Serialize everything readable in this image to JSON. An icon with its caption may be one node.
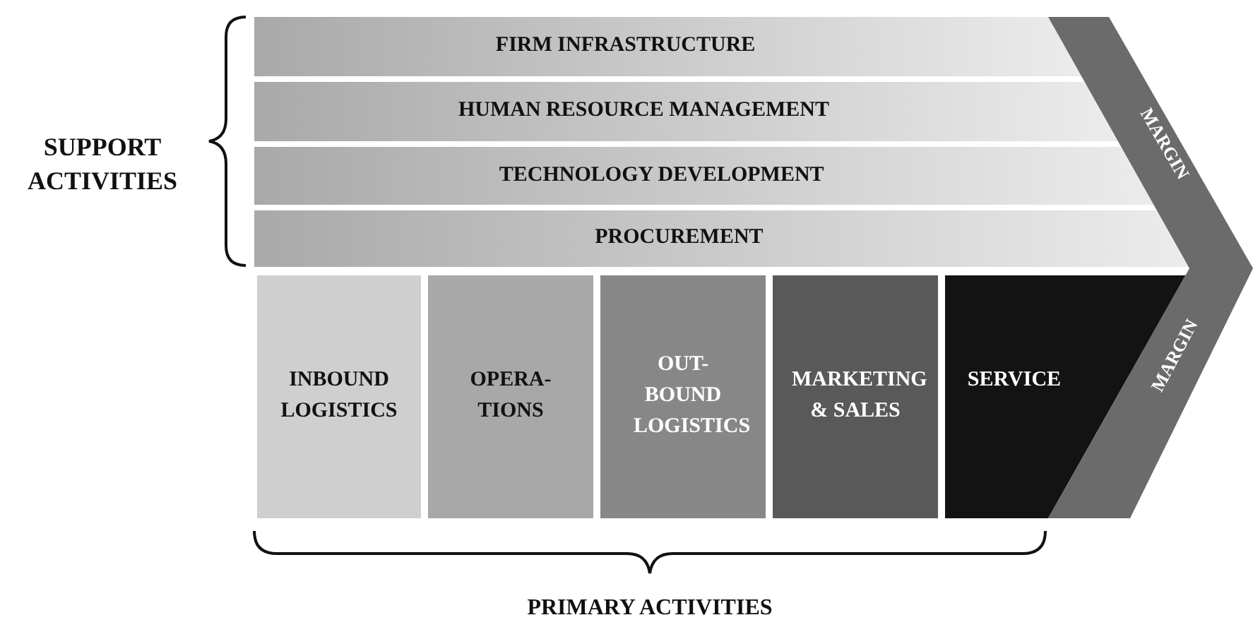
{
  "diagram": {
    "nodes": [
      {
        "text": [
          "FIRM INFRASTRUCTURE"
        ]
      },
      {
        "text": [
          "HUMAN RESOURCE MANAGEMENT"
        ]
      },
      {
        "text": [
          "TECHNOLOGY DEVELOPMENT"
        ]
      },
      {
        "text": [
          "PROCUREMENT"
        ]
      },
      {
        "text": [
          "INBOUND LOGISTICS"
        ]
      },
      {
        "text": [
          "OPERA- TIONS"
        ]
      },
      {
        "text": [
          "OUT- BOUND LOGISTICS"
        ]
      },
      {
        "text": [
          "MARKETING & SALES"
        ]
      },
      {
        "text": [
          "SERVICE"
        ]
      },
      {
        "text": [
          "MARGIN",
          "MARGIN"
        ]
      }
    ],
    "labels": [
      "SUPPORT ACTIVITIES",
      "PRIMARY ACTIVITIES"
    ]
  }
}
